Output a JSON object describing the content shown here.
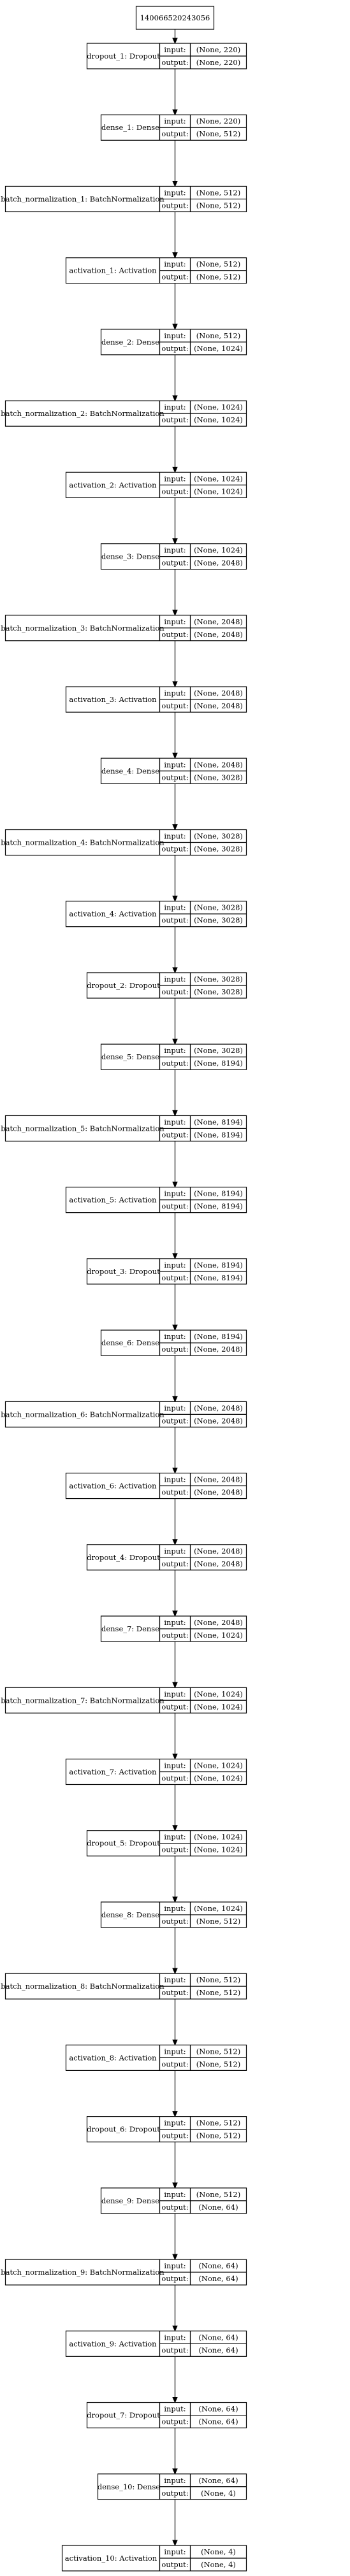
{
  "diagram": {
    "root_label": "140066520243056",
    "nodes": [
      {
        "label": "dropout_1: Dropout",
        "input_label": "input:",
        "input": "(None, 220)",
        "output_label": "output:",
        "output": "(None, 220)"
      },
      {
        "label": "dense_1: Dense",
        "input_label": "input:",
        "input": "(None, 220)",
        "output_label": "output:",
        "output": "(None, 512)"
      },
      {
        "label": "batch_normalization_1: BatchNormalization",
        "input_label": "input:",
        "input": "(None, 512)",
        "output_label": "output:",
        "output": "(None, 512)"
      },
      {
        "label": "activation_1: Activation",
        "input_label": "input:",
        "input": "(None, 512)",
        "output_label": "output:",
        "output": "(None, 512)"
      },
      {
        "label": "dense_2: Dense",
        "input_label": "input:",
        "input": "(None, 512)",
        "output_label": "output:",
        "output": "(None, 1024)"
      },
      {
        "label": "batch_normalization_2: BatchNormalization",
        "input_label": "input:",
        "input": "(None, 1024)",
        "output_label": "output:",
        "output": "(None, 1024)"
      },
      {
        "label": "activation_2: Activation",
        "input_label": "input:",
        "input": "(None, 1024)",
        "output_label": "output:",
        "output": "(None, 1024)"
      },
      {
        "label": "dense_3: Dense",
        "input_label": "input:",
        "input": "(None, 1024)",
        "output_label": "output:",
        "output": "(None, 2048)"
      },
      {
        "label": "batch_normalization_3: BatchNormalization",
        "input_label": "input:",
        "input": "(None, 2048)",
        "output_label": "output:",
        "output": "(None, 2048)"
      },
      {
        "label": "activation_3: Activation",
        "input_label": "input:",
        "input": "(None, 2048)",
        "output_label": "output:",
        "output": "(None, 2048)"
      },
      {
        "label": "dense_4: Dense",
        "input_label": "input:",
        "input": "(None, 2048)",
        "output_label": "output:",
        "output": "(None, 3028)"
      },
      {
        "label": "batch_normalization_4: BatchNormalization",
        "input_label": "input:",
        "input": "(None, 3028)",
        "output_label": "output:",
        "output": "(None, 3028)"
      },
      {
        "label": "activation_4: Activation",
        "input_label": "input:",
        "input": "(None, 3028)",
        "output_label": "output:",
        "output": "(None, 3028)"
      },
      {
        "label": "dropout_2: Dropout",
        "input_label": "input:",
        "input": "(None, 3028)",
        "output_label": "output:",
        "output": "(None, 3028)"
      },
      {
        "label": "dense_5: Dense",
        "input_label": "input:",
        "input": "(None, 3028)",
        "output_label": "output:",
        "output": "(None, 8194)"
      },
      {
        "label": "batch_normalization_5: BatchNormalization",
        "input_label": "input:",
        "input": "(None, 8194)",
        "output_label": "output:",
        "output": "(None, 8194)"
      },
      {
        "label": "activation_5: Activation",
        "input_label": "input:",
        "input": "(None, 8194)",
        "output_label": "output:",
        "output": "(None, 8194)"
      },
      {
        "label": "dropout_3: Dropout",
        "input_label": "input:",
        "input": "(None, 8194)",
        "output_label": "output:",
        "output": "(None, 8194)"
      },
      {
        "label": "dense_6: Dense",
        "input_label": "input:",
        "input": "(None, 8194)",
        "output_label": "output:",
        "output": "(None, 2048)"
      },
      {
        "label": "batch_normalization_6: BatchNormalization",
        "input_label": "input:",
        "input": "(None, 2048)",
        "output_label": "output:",
        "output": "(None, 2048)"
      },
      {
        "label": "activation_6: Activation",
        "input_label": "input:",
        "input": "(None, 2048)",
        "output_label": "output:",
        "output": "(None, 2048)"
      },
      {
        "label": "dropout_4: Dropout",
        "input_label": "input:",
        "input": "(None, 2048)",
        "output_label": "output:",
        "output": "(None, 2048)"
      },
      {
        "label": "dense_7: Dense",
        "input_label": "input:",
        "input": "(None, 2048)",
        "output_label": "output:",
        "output": "(None, 1024)"
      },
      {
        "label": "batch_normalization_7: BatchNormalization",
        "input_label": "input:",
        "input": "(None, 1024)",
        "output_label": "output:",
        "output": "(None, 1024)"
      },
      {
        "label": "activation_7: Activation",
        "input_label": "input:",
        "input": "(None, 1024)",
        "output_label": "output:",
        "output": "(None, 1024)"
      },
      {
        "label": "dropout_5: Dropout",
        "input_label": "input:",
        "input": "(None, 1024)",
        "output_label": "output:",
        "output": "(None, 1024)"
      },
      {
        "label": "dense_8: Dense",
        "input_label": "input:",
        "input": "(None, 1024)",
        "output_label": "output:",
        "output": "(None, 512)"
      },
      {
        "label": "batch_normalization_8: BatchNormalization",
        "input_label": "input:",
        "input": "(None, 512)",
        "output_label": "output:",
        "output": "(None, 512)"
      },
      {
        "label": "activation_8: Activation",
        "input_label": "input:",
        "input": "(None, 512)",
        "output_label": "output:",
        "output": "(None, 512)"
      },
      {
        "label": "dropout_6: Dropout",
        "input_label": "input:",
        "input": "(None, 512)",
        "output_label": "output:",
        "output": "(None, 512)"
      },
      {
        "label": "dense_9: Dense",
        "input_label": "input:",
        "input": "(None, 512)",
        "output_label": "output:",
        "output": "(None, 64)"
      },
      {
        "label": "batch_normalization_9: BatchNormalization",
        "input_label": "input:",
        "input": "(None, 64)",
        "output_label": "output:",
        "output": "(None, 64)"
      },
      {
        "label": "activation_9: Activation",
        "input_label": "input:",
        "input": "(None, 64)",
        "output_label": "output:",
        "output": "(None, 64)"
      },
      {
        "label": "dropout_7: Dropout",
        "input_label": "input:",
        "input": "(None, 64)",
        "output_label": "output:",
        "output": "(None, 64)"
      },
      {
        "label": "dense_10: Dense",
        "input_label": "input:",
        "input": "(None, 64)",
        "output_label": "output:",
        "output": "(None, 4)"
      },
      {
        "label": "activation_10: Activation",
        "input_label": "input:",
        "input": "(None, 4)",
        "output_label": "output:",
        "output": "(None, 4)"
      }
    ]
  }
}
